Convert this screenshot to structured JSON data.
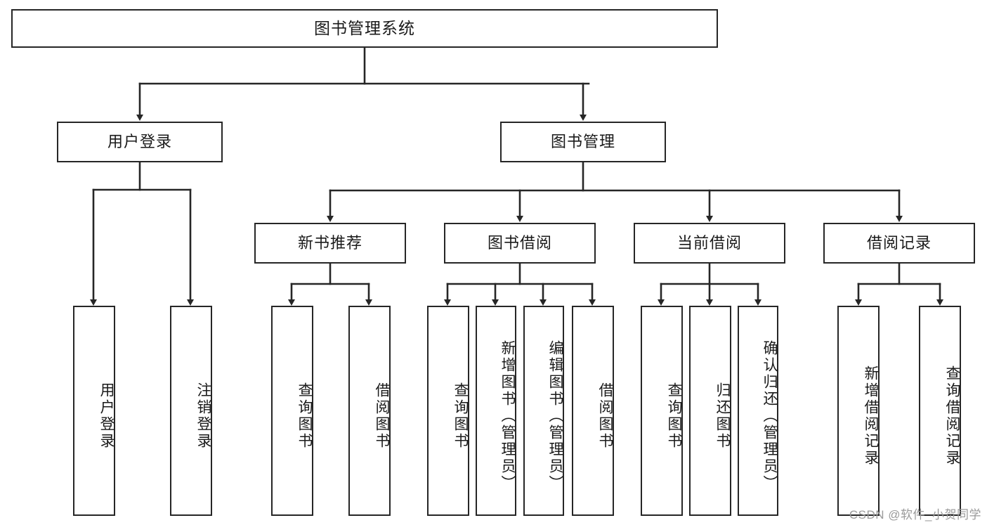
{
  "diagram": {
    "type": "tree-hierarchy-chart",
    "title": "图书管理系统",
    "stroke_color": "#262626",
    "background_color": "#ffffff",
    "text_color": "#1a1a1a",
    "watermark": "CSDN @软件_小贺同学"
  },
  "nodes": {
    "root": {
      "label": "图书管理系统",
      "level": 1
    },
    "level2": [
      {
        "id": "user-login",
        "label": "用户登录"
      },
      {
        "id": "book-management",
        "label": "图书管理"
      }
    ],
    "level3": [
      {
        "id": "new-book-recommend",
        "label": "新书推荐"
      },
      {
        "id": "book-borrow",
        "label": "图书借阅"
      },
      {
        "id": "current-borrow",
        "label": "当前借阅"
      },
      {
        "id": "borrow-record",
        "label": "借阅记录"
      }
    ],
    "leaves": {
      "user_login": [
        {
          "id": "leaf-user-login",
          "label": "用户登录"
        },
        {
          "id": "leaf-logout-login",
          "label": "注销登录"
        }
      ],
      "new_book_recommend": [
        {
          "id": "leaf-query-book-1",
          "label": "查询图书"
        },
        {
          "id": "leaf-borrow-book-1",
          "label": "借阅图书"
        }
      ],
      "book_borrow": [
        {
          "id": "leaf-query-book-2",
          "label": "查询图书"
        },
        {
          "id": "leaf-add-book",
          "label": "新增图书（管理员）"
        },
        {
          "id": "leaf-edit-book",
          "label": "编辑图书（管理员）"
        },
        {
          "id": "leaf-borrow-book-2",
          "label": "借阅图书"
        }
      ],
      "current_borrow": [
        {
          "id": "leaf-query-book-3",
          "label": "查询图书"
        },
        {
          "id": "leaf-return-book",
          "label": "归还图书"
        },
        {
          "id": "leaf-confirm-return",
          "label": "确认归还（管理员）"
        }
      ],
      "borrow_record": [
        {
          "id": "leaf-add-record",
          "label": "新增借阅记录"
        },
        {
          "id": "leaf-query-record",
          "label": "查询借阅记录"
        }
      ]
    }
  }
}
